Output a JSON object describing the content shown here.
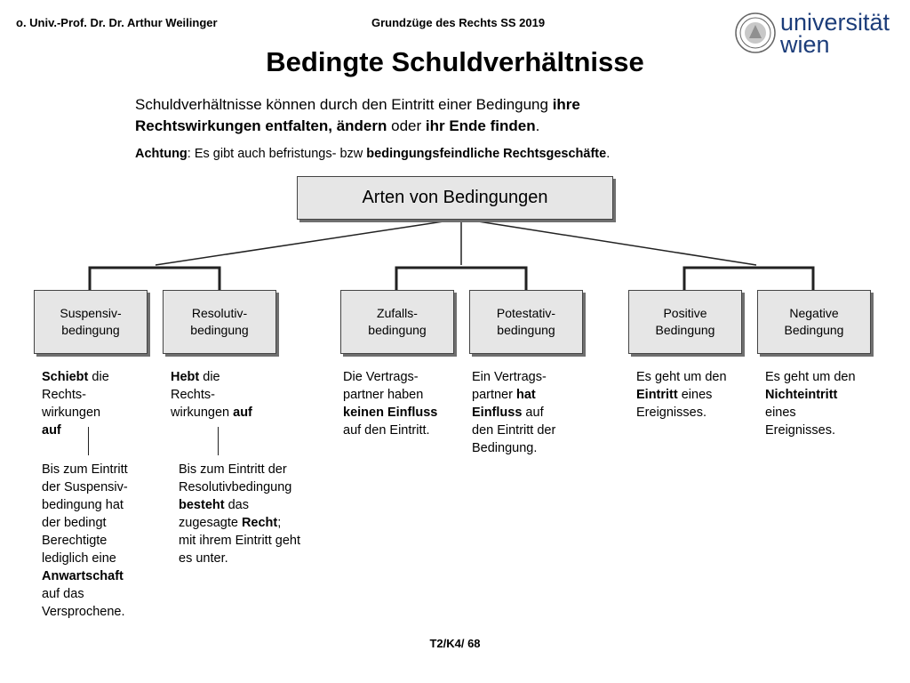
{
  "header": {
    "author": "o. Univ.-Prof. Dr. Dr. Arthur Weilinger",
    "course": "Grundzüge des Rechts SS 2019",
    "logo_line1": "universität",
    "logo_line2": "wien"
  },
  "title": "Bedingte Schuldverhältnisse",
  "intro": {
    "t1": "Schuldverhältnisse können durch den Eintritt einer Bedingung ",
    "b1": "ihre",
    "b2": "Rechtswirkungen entfalten, ändern",
    "t2": " oder ",
    "b3": "ihr Ende finden",
    "t3": "."
  },
  "note": {
    "b1": "Achtung",
    "t1": ": Es gibt auch befristungs- bzw ",
    "b2": "bedingungsfeindliche Rechtsgeschäfte",
    "t2": "."
  },
  "diagram": {
    "root": "Arten von Bedingungen",
    "categories": {
      "suspensiv": {
        "l1": "Suspensiv-",
        "l2": "bedingung"
      },
      "resolutiv": {
        "l1": "Resolutiv-",
        "l2": "bedingung"
      },
      "zufall": {
        "l1": "Zufalls-",
        "l2": "bedingung"
      },
      "potestativ": {
        "l1": "Potestativ-",
        "l2": "bedingung"
      },
      "positiv": {
        "l1": "Positive",
        "l2": "Bedingung"
      },
      "negativ": {
        "l1": "Negative",
        "l2": "Bedingung"
      }
    },
    "descriptions": {
      "suspensiv": {
        "b1": "Schiebt",
        "t1": " die",
        "l2": "Rechts-",
        "l3": "wirkungen",
        "b2": "auf"
      },
      "suspensiv_detail": {
        "l1": "Bis zum Eintritt",
        "l2": "der Suspensiv-",
        "l3": "bedingung hat",
        "l4": "der bedingt",
        "l5": "Berechtigte",
        "l6": "lediglich eine",
        "b1": "Anwartschaft",
        "l7": "auf das",
        "l8": "Versprochene."
      },
      "resolutiv": {
        "b1": "Hebt",
        "t1": " die",
        "l2": "Rechts-",
        "t2": "wirkungen ",
        "b2": "auf"
      },
      "resolutiv_detail": {
        "l1": "Bis zum Eintritt der",
        "l2": "Resolutivbedingung",
        "b1": "besteht",
        "t1": " das",
        "t2": "zugesagte ",
        "b2": "Recht",
        "t3": ";",
        "l5": "mit ihrem Eintritt geht",
        "l6": "es unter."
      },
      "zufall": {
        "l1": "Die Vertrags-",
        "l2": "partner haben",
        "b1": "keinen Einfluss",
        "l4": "auf den Eintritt."
      },
      "potestativ": {
        "l1": "Ein Vertrags-",
        "t1": "partner ",
        "b1": "hat",
        "b2": "Einfluss",
        "t2": " auf",
        "l4": "den Eintritt der",
        "l5": "Bedingung."
      },
      "positiv": {
        "l1": "Es geht um den",
        "b1": "Eintritt",
        "t1": " eines",
        "l3": "Ereignisses."
      },
      "negativ": {
        "l1": "Es geht um den",
        "b1": "Nichteintritt",
        "l3": "eines",
        "l4": "Ereignisses."
      }
    }
  },
  "footer": "T2/K4/ 68"
}
